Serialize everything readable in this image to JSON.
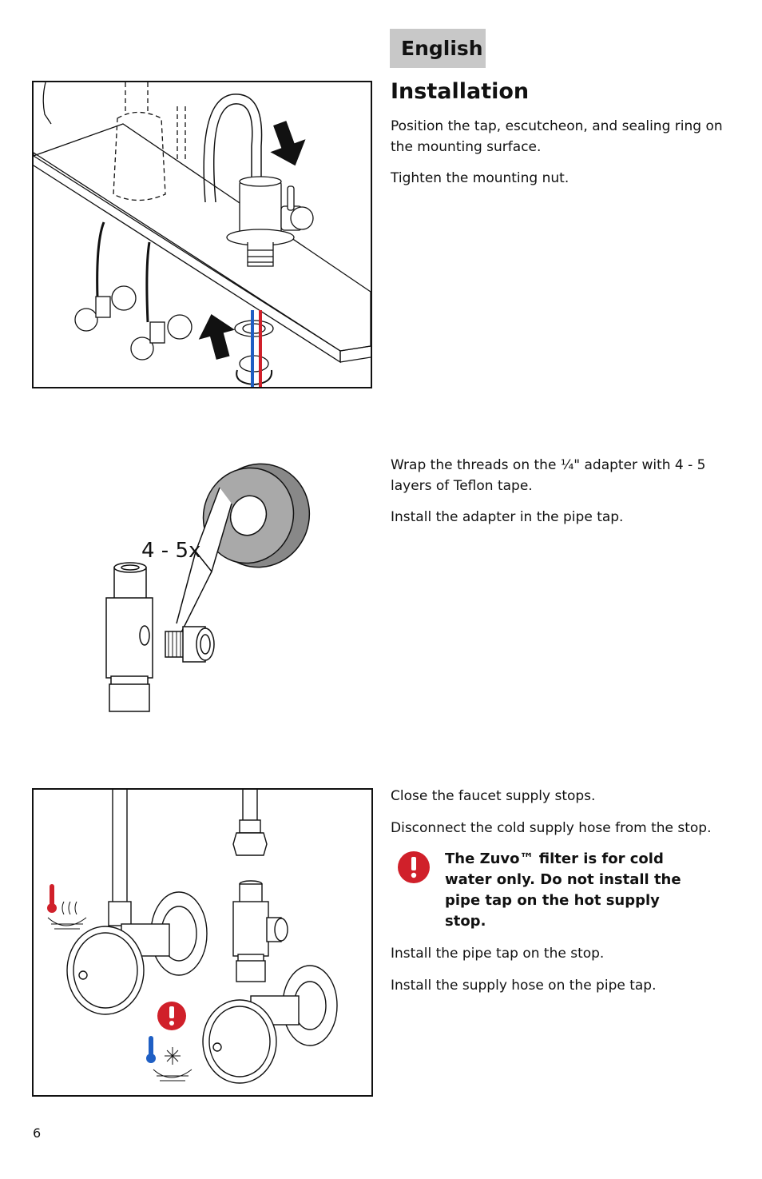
{
  "header": {
    "language_label": "English",
    "section_title": "Installation"
  },
  "step1": {
    "paragraphs": [
      "Position the tap, escutcheon, and sealing ring on the mounting surface.",
      "Tighten the mounting nut."
    ]
  },
  "step2": {
    "paragraphs": [
      "Wrap the threads on the ¼\" adapter with 4 - 5 layers of Teflon tape.",
      "Install the adapter in the pipe tap."
    ],
    "figure_label": "4 - 5x"
  },
  "step3": {
    "paragraphs": [
      "Close the faucet supply stops.",
      "Disconnect the cold supply hose from the stop."
    ],
    "warning": "The Zuvo™ filter is for cold water only.  Do not install the pipe tap on the hot supply stop.",
    "paragraphs_after": [
      "Install the pipe tap on the stop.",
      "Install the supply hose on the pipe tap."
    ]
  },
  "footer": {
    "page_number": "6"
  },
  "colors": {
    "badge_bg": "#c8c8c8",
    "warning_red": "#d0202a",
    "hot_red": "#d0202a",
    "cold_blue": "#1f5fc4",
    "line": "#111111"
  },
  "icons": [
    "down-arrow-icon",
    "up-arrow-icon",
    "rotate-arrow-icon",
    "warning-icon",
    "hot-thermometer-icon",
    "cold-thermometer-icon"
  ]
}
